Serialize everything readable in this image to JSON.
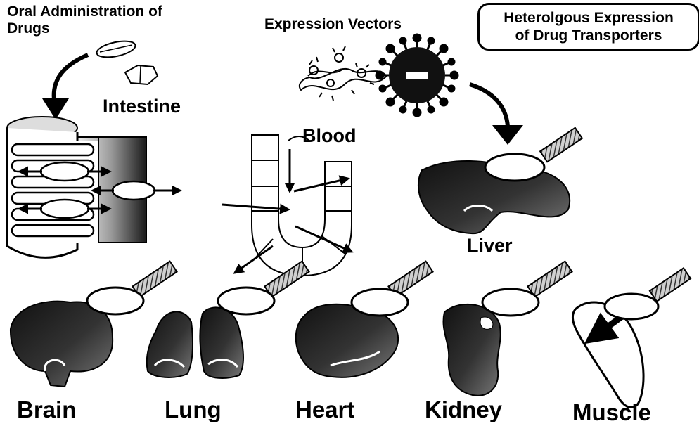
{
  "labels": {
    "oral_line1": "Oral Administration of",
    "oral_line2": "Drugs",
    "expression_vectors": "Expression Vectors",
    "heterologous_line1": "Heterolgous Expression",
    "heterologous_line2": "of Drug Transporters",
    "intestine": "Intestine",
    "blood": "Blood",
    "liver": "Liver",
    "brain": "Brain",
    "lung": "Lung",
    "heart": "Heart",
    "kidney": "Kidney",
    "muscle": "Muscle"
  },
  "icons": [
    "pill-icon",
    "virus-vector-icon",
    "plasmid-icon",
    "intestine-icon",
    "blood-vessel-icon",
    "liver-icon",
    "brain-icon",
    "lung-icon",
    "heart-icon",
    "kidney-icon",
    "muscle-icon",
    "transporter-oval-icon",
    "arrow-icon"
  ],
  "colors": {
    "ink": "#000000",
    "paper": "#ffffff",
    "shade": "#555555"
  }
}
